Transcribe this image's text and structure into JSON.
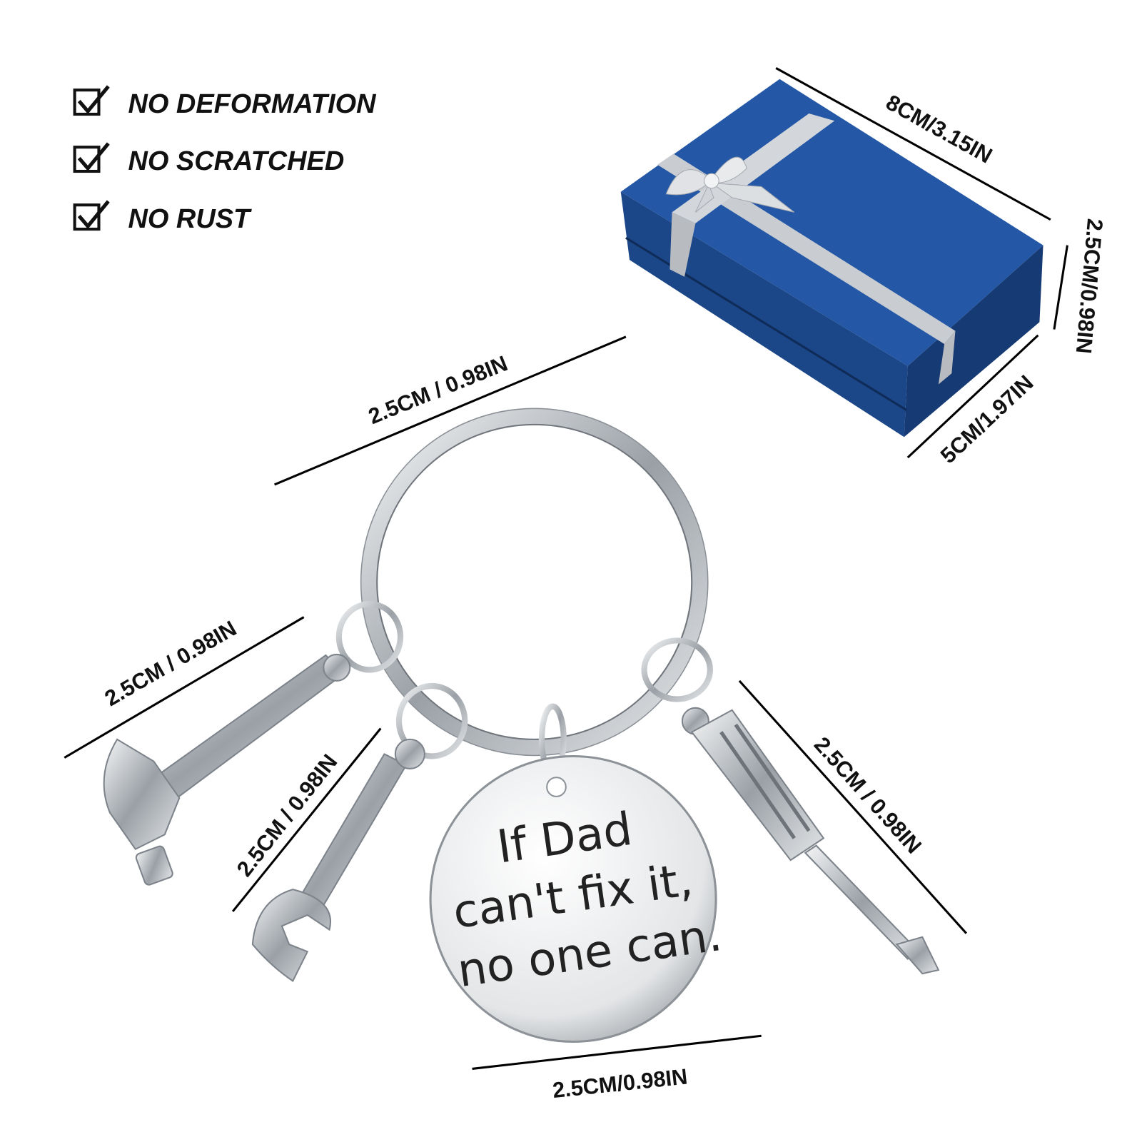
{
  "features": [
    {
      "label": "NO DEFORMATION",
      "icon": "checkbox-checked-icon"
    },
    {
      "label": "NO SCRATCHED",
      "icon": "checkbox-checked-icon"
    },
    {
      "label": "NO RUST",
      "icon": "checkbox-checked-icon"
    }
  ],
  "dimensions": {
    "box_length": "8CM/3.15IN",
    "box_height": "2.5CM/0.98IN",
    "box_width": "5CM/1.97IN",
    "ring": "2.5CM / 0.98IN",
    "hammer": "2.5CM / 0.98IN",
    "wrench": "2.5CM / 0.98IN",
    "screwdriver": "2.5CM / 0.98IN",
    "tag": "2.5CM/0.98IN"
  },
  "tag_text": [
    "If Dad",
    "can't fix it,",
    "no one can."
  ],
  "colors": {
    "box": "#1f4f96",
    "ribbon": "#c9cdd2",
    "metal": "#c8ccd0"
  }
}
